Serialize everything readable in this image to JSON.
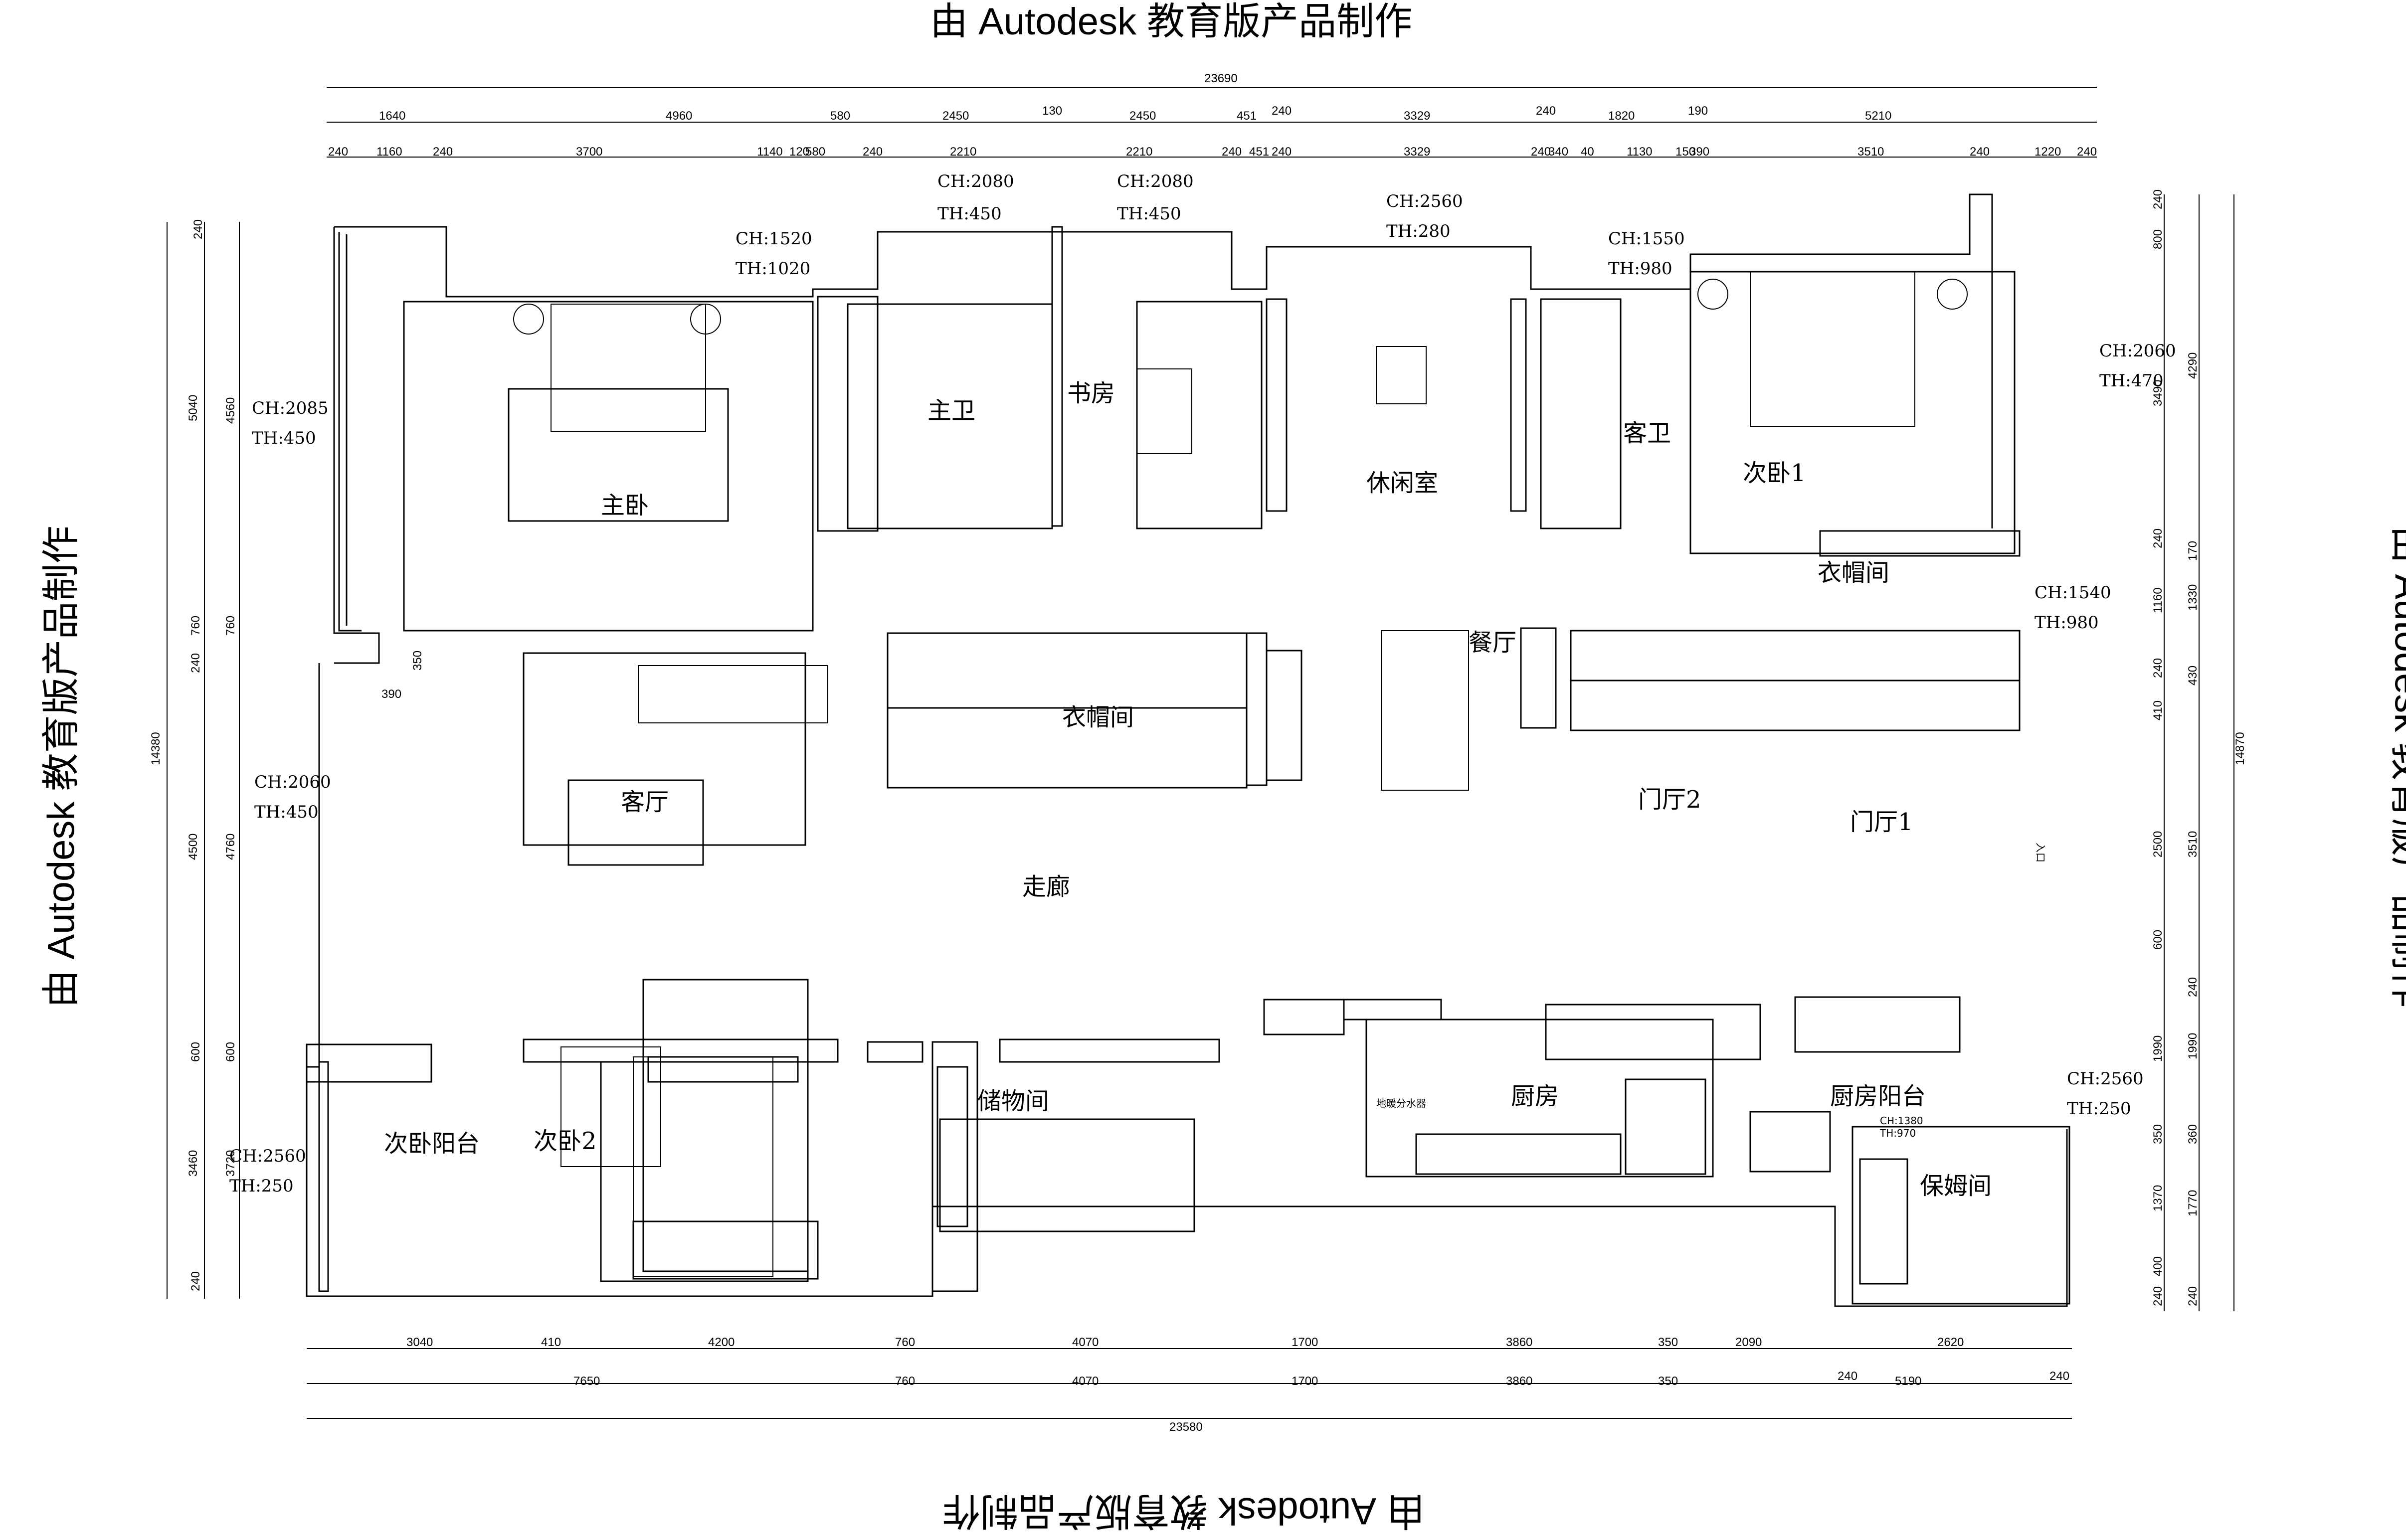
{
  "watermark": "由 Autodesk 教育版产品制作",
  "rooms": {
    "master_bedroom": "主卧",
    "master_bath": "主卫",
    "study": "书房",
    "lounge": "休闲室",
    "guest_bath": "客卫",
    "bedroom1": "次卧1",
    "closet_right": "衣帽间",
    "closet_mid": "衣帽间",
    "living_room": "客厅",
    "dining": "餐厅",
    "foyer2": "门厅2",
    "foyer1": "门厅1",
    "corridor": "走廊",
    "storage": "储物间",
    "kitchen": "厨房",
    "kitchen_balcony": "厨房阳台",
    "nanny_room": "保姆间",
    "bedroom2": "次卧2",
    "bedroom_balcony": "次卧阳台",
    "entrance": "入口",
    "floor_heating": "地暖分水器"
  },
  "window_notes": {
    "study_left": [
      "CH:2080",
      "TH:450"
    ],
    "study_right": [
      "CH:2080",
      "TH:450"
    ],
    "master_top": [
      "CH:1520",
      "TH:1020"
    ],
    "lounge_top": [
      "CH:2560",
      "TH:280"
    ],
    "guest_bath_top": [
      "CH:1550",
      "TH:980"
    ],
    "bedroom1_right": [
      "CH:2060",
      "TH:470"
    ],
    "master_left": [
      "CH:2085",
      "TH:450"
    ],
    "living_left": [
      "CH:2060",
      "TH:450"
    ],
    "closet_right": [
      "CH:1540",
      "TH:980"
    ],
    "kitchen_balcony_right": [
      "CH:2560",
      "TH:250"
    ],
    "balcony_left": [
      "CH:2560",
      "TH:250"
    ],
    "nanny_small": [
      "CH:1380",
      "TH:970"
    ]
  },
  "dims": {
    "top_total": "23690",
    "top_row1": [
      "1640",
      "4960",
      "580",
      "2450",
      "130",
      "2450",
      "451",
      "240",
      "3329",
      "240",
      "1820",
      "190",
      "5210"
    ],
    "top_row2": [
      "240",
      "1160",
      "240",
      "3700",
      "1140",
      "120",
      "580",
      "240",
      "2210",
      "2210",
      "240",
      "451",
      "240",
      "3329",
      "240",
      "340",
      "40",
      "1130",
      "150",
      "390",
      "3510",
      "240",
      "1220",
      "240"
    ],
    "bottom_row1": [
      "3040",
      "410",
      "4200",
      "760",
      "4070",
      "1700",
      "3860",
      "350",
      "2090",
      "2620"
    ],
    "bottom_row2": [
      "7650",
      "760",
      "4070",
      "1700",
      "3860",
      "350",
      "240",
      "5190",
      "240"
    ],
    "bottom_total": "23580",
    "left_total": "14380",
    "left_outer": [
      "240",
      "5040",
      "760",
      "240",
      "4500",
      "600",
      "3460",
      "240"
    ],
    "left_inner": [
      "4560",
      "760",
      "4760",
      "600",
      "3720"
    ],
    "right_total": "14870",
    "right_outer": [
      "240",
      "800",
      "3490",
      "240",
      "1160",
      "240",
      "410",
      "2500",
      "600",
      "1990",
      "350",
      "1370",
      "400",
      "240"
    ],
    "right_inner": [
      "4290",
      "170",
      "1330",
      "430",
      "3510",
      "240",
      "1990",
      "360",
      "1770",
      "240"
    ],
    "local_390": "390",
    "local_350": "350"
  }
}
